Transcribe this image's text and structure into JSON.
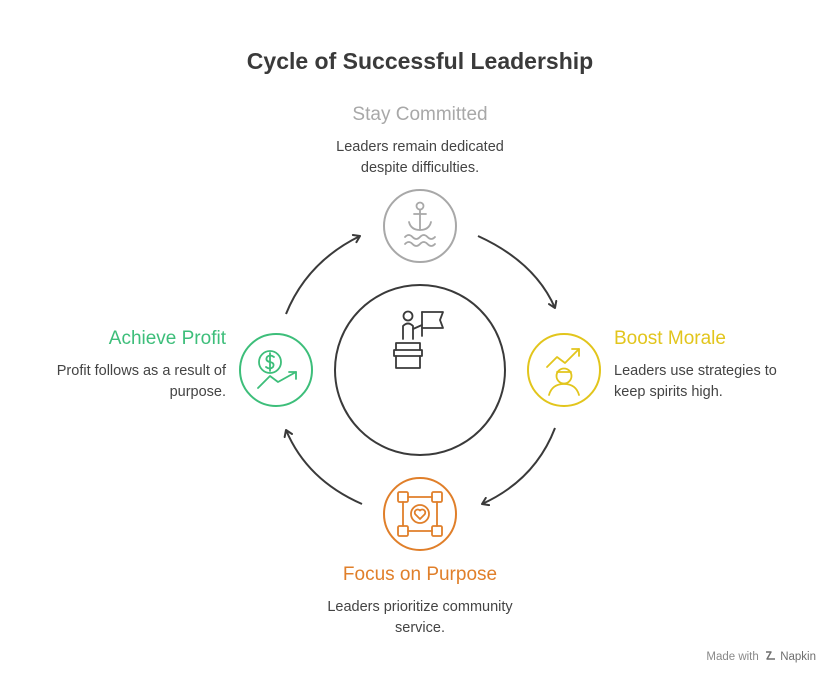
{
  "title": "Cycle of Successful Leadership",
  "center_icon": "person-with-flag-icon",
  "stages": [
    {
      "title": "Stay Committed",
      "description_lines": [
        "Leaders remain dedicated",
        "despite difficulties."
      ],
      "icon": "anchor-waves-icon",
      "color": "#A8A8A8"
    },
    {
      "title": "Boost Morale",
      "description_lines": [
        "Leaders use strategies to",
        "keep spirits high."
      ],
      "icon": "person-rising-chart-icon",
      "color": "#E2C51C"
    },
    {
      "title": "Focus on Purpose",
      "description_lines": [
        "Leaders prioritize community",
        "service."
      ],
      "icon": "network-heart-icon",
      "color": "#E07F2A"
    },
    {
      "title": "Achieve Profit",
      "description_lines": [
        "Profit follows as a result of",
        "purpose."
      ],
      "icon": "dollar-growth-icon",
      "color": "#3DBE7A"
    }
  ],
  "footer": {
    "prefix": "Made with",
    "brand": "Napkin"
  }
}
